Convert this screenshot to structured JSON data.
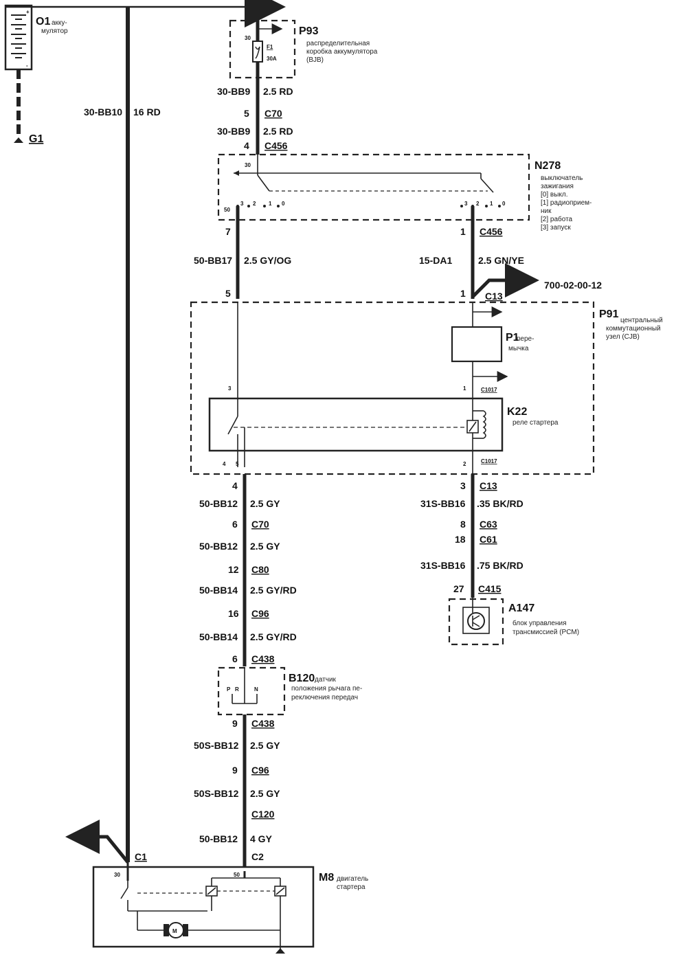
{
  "components": {
    "O1": {
      "ref": "O1",
      "desc": [
        "акку-",
        "мулятор"
      ]
    },
    "G1": {
      "ref": "G1"
    },
    "P93": {
      "ref": "P93",
      "desc": [
        "распределительная",
        "коробка аккумулятора",
        "(BJB)"
      ],
      "pin": "30",
      "fuse": "F1",
      "fuse_rating": "30A"
    },
    "N278": {
      "ref": "N278",
      "desc": [
        "выключатель",
        "зажигания",
        "[0] выкл.",
        "[1] радиоприем-",
        "ник",
        "[2] работа",
        "[3] запуск"
      ],
      "pin_in": "30",
      "pin_out": "50",
      "left_positions": [
        "3",
        "2",
        "1",
        "0"
      ],
      "right_positions": [
        "3",
        "2",
        "1",
        "0"
      ]
    },
    "P91": {
      "ref": "P91",
      "desc": [
        "центральный",
        "коммутационный",
        "узел (CJB)"
      ]
    },
    "P1": {
      "ref": "P1",
      "desc": [
        "пере-",
        "мычка"
      ]
    },
    "K22": {
      "ref": "K22",
      "desc": [
        "реле стартера"
      ],
      "pins": {
        "top_left": "3",
        "top_right": "1",
        "bottom_left_a": "4",
        "bottom_left_b": "5",
        "bottom_right": "2"
      }
    },
    "B120": {
      "ref": "B120",
      "desc": [
        "датчик",
        "положения рычага пе-",
        "реключения передач"
      ],
      "positions": [
        "P",
        "R",
        "N"
      ]
    },
    "A147": {
      "ref": "A147",
      "desc": [
        "блок управления",
        "трансмиссией (PCM)"
      ]
    },
    "M8": {
      "ref": "M8",
      "desc": [
        "двигатель",
        "стартера"
      ],
      "pin_left": "30",
      "pin_right": "50"
    }
  },
  "crossref": "700-02-00-12",
  "connectors": {
    "c70_a": {
      "pin": "5",
      "name": "C70"
    },
    "c456_a": {
      "pin": "4",
      "name": "C456"
    },
    "c456_l": {
      "pin": "7"
    },
    "c456_r": {
      "pin": "1",
      "name": "C456"
    },
    "c13_top_l": {
      "pin": "5"
    },
    "c13_top_r": {
      "pin": "1",
      "name": "C13"
    },
    "c1017_top": {
      "pin": "1",
      "name": "C1017"
    },
    "c1017_bot": {
      "pin": "2",
      "name": "C1017"
    },
    "c13_bot_l": {
      "pin": "4"
    },
    "c13_bot_r": {
      "pin": "3",
      "name": "C13"
    },
    "c70_b": {
      "pin": "6",
      "name": "C70"
    },
    "c80": {
      "pin": "12",
      "name": "C80"
    },
    "c96_a": {
      "pin": "16",
      "name": "C96"
    },
    "c438_a": {
      "pin": "6",
      "name": "C438"
    },
    "c438_b": {
      "pin": "9",
      "name": "C438"
    },
    "c96_b": {
      "pin": "9",
      "name": "C96"
    },
    "c120": {
      "name": "C120"
    },
    "c1": {
      "name": "C1"
    },
    "c2": {
      "name": "C2"
    },
    "c63": {
      "pin": "8",
      "name": "C63"
    },
    "c61": {
      "pin": "18",
      "name": "C61"
    },
    "c415": {
      "pin": "27",
      "name": "C415"
    }
  },
  "wires": {
    "w_30bb10": {
      "id": "30-BB10",
      "spec": "16 RD"
    },
    "w_30bb9_a": {
      "id": "30-BB9",
      "spec": "2.5 RD"
    },
    "w_30bb9_b": {
      "id": "30-BB9",
      "spec": "2.5 RD"
    },
    "w_50bb17": {
      "id": "50-BB17",
      "spec": "2.5 GY/OG"
    },
    "w_15da1": {
      "id": "15-DA1",
      "spec": "2.5 GN/YE"
    },
    "w_50bb12_a": {
      "id": "50-BB12",
      "spec": "2.5 GY"
    },
    "w_50bb12_b": {
      "id": "50-BB12",
      "spec": "2.5 GY"
    },
    "w_50bb14_a": {
      "id": "50-BB14",
      "spec": "2.5 GY/RD"
    },
    "w_50bb14_b": {
      "id": "50-BB14",
      "spec": "2.5 GY/RD"
    },
    "w_50sbb12_a": {
      "id": "50S-BB12",
      "spec": "2.5 GY"
    },
    "w_50sbb12_b": {
      "id": "50S-BB12",
      "spec": "2.5 GY"
    },
    "w_50bb12_c": {
      "id": "50-BB12",
      "spec": "4 GY"
    },
    "w_31sbb16_a": {
      "id": "31S-BB16",
      "spec": ".35 BK/RD"
    },
    "w_31sbb16_b": {
      "id": "31S-BB16",
      "spec": ".75 BK/RD"
    }
  }
}
